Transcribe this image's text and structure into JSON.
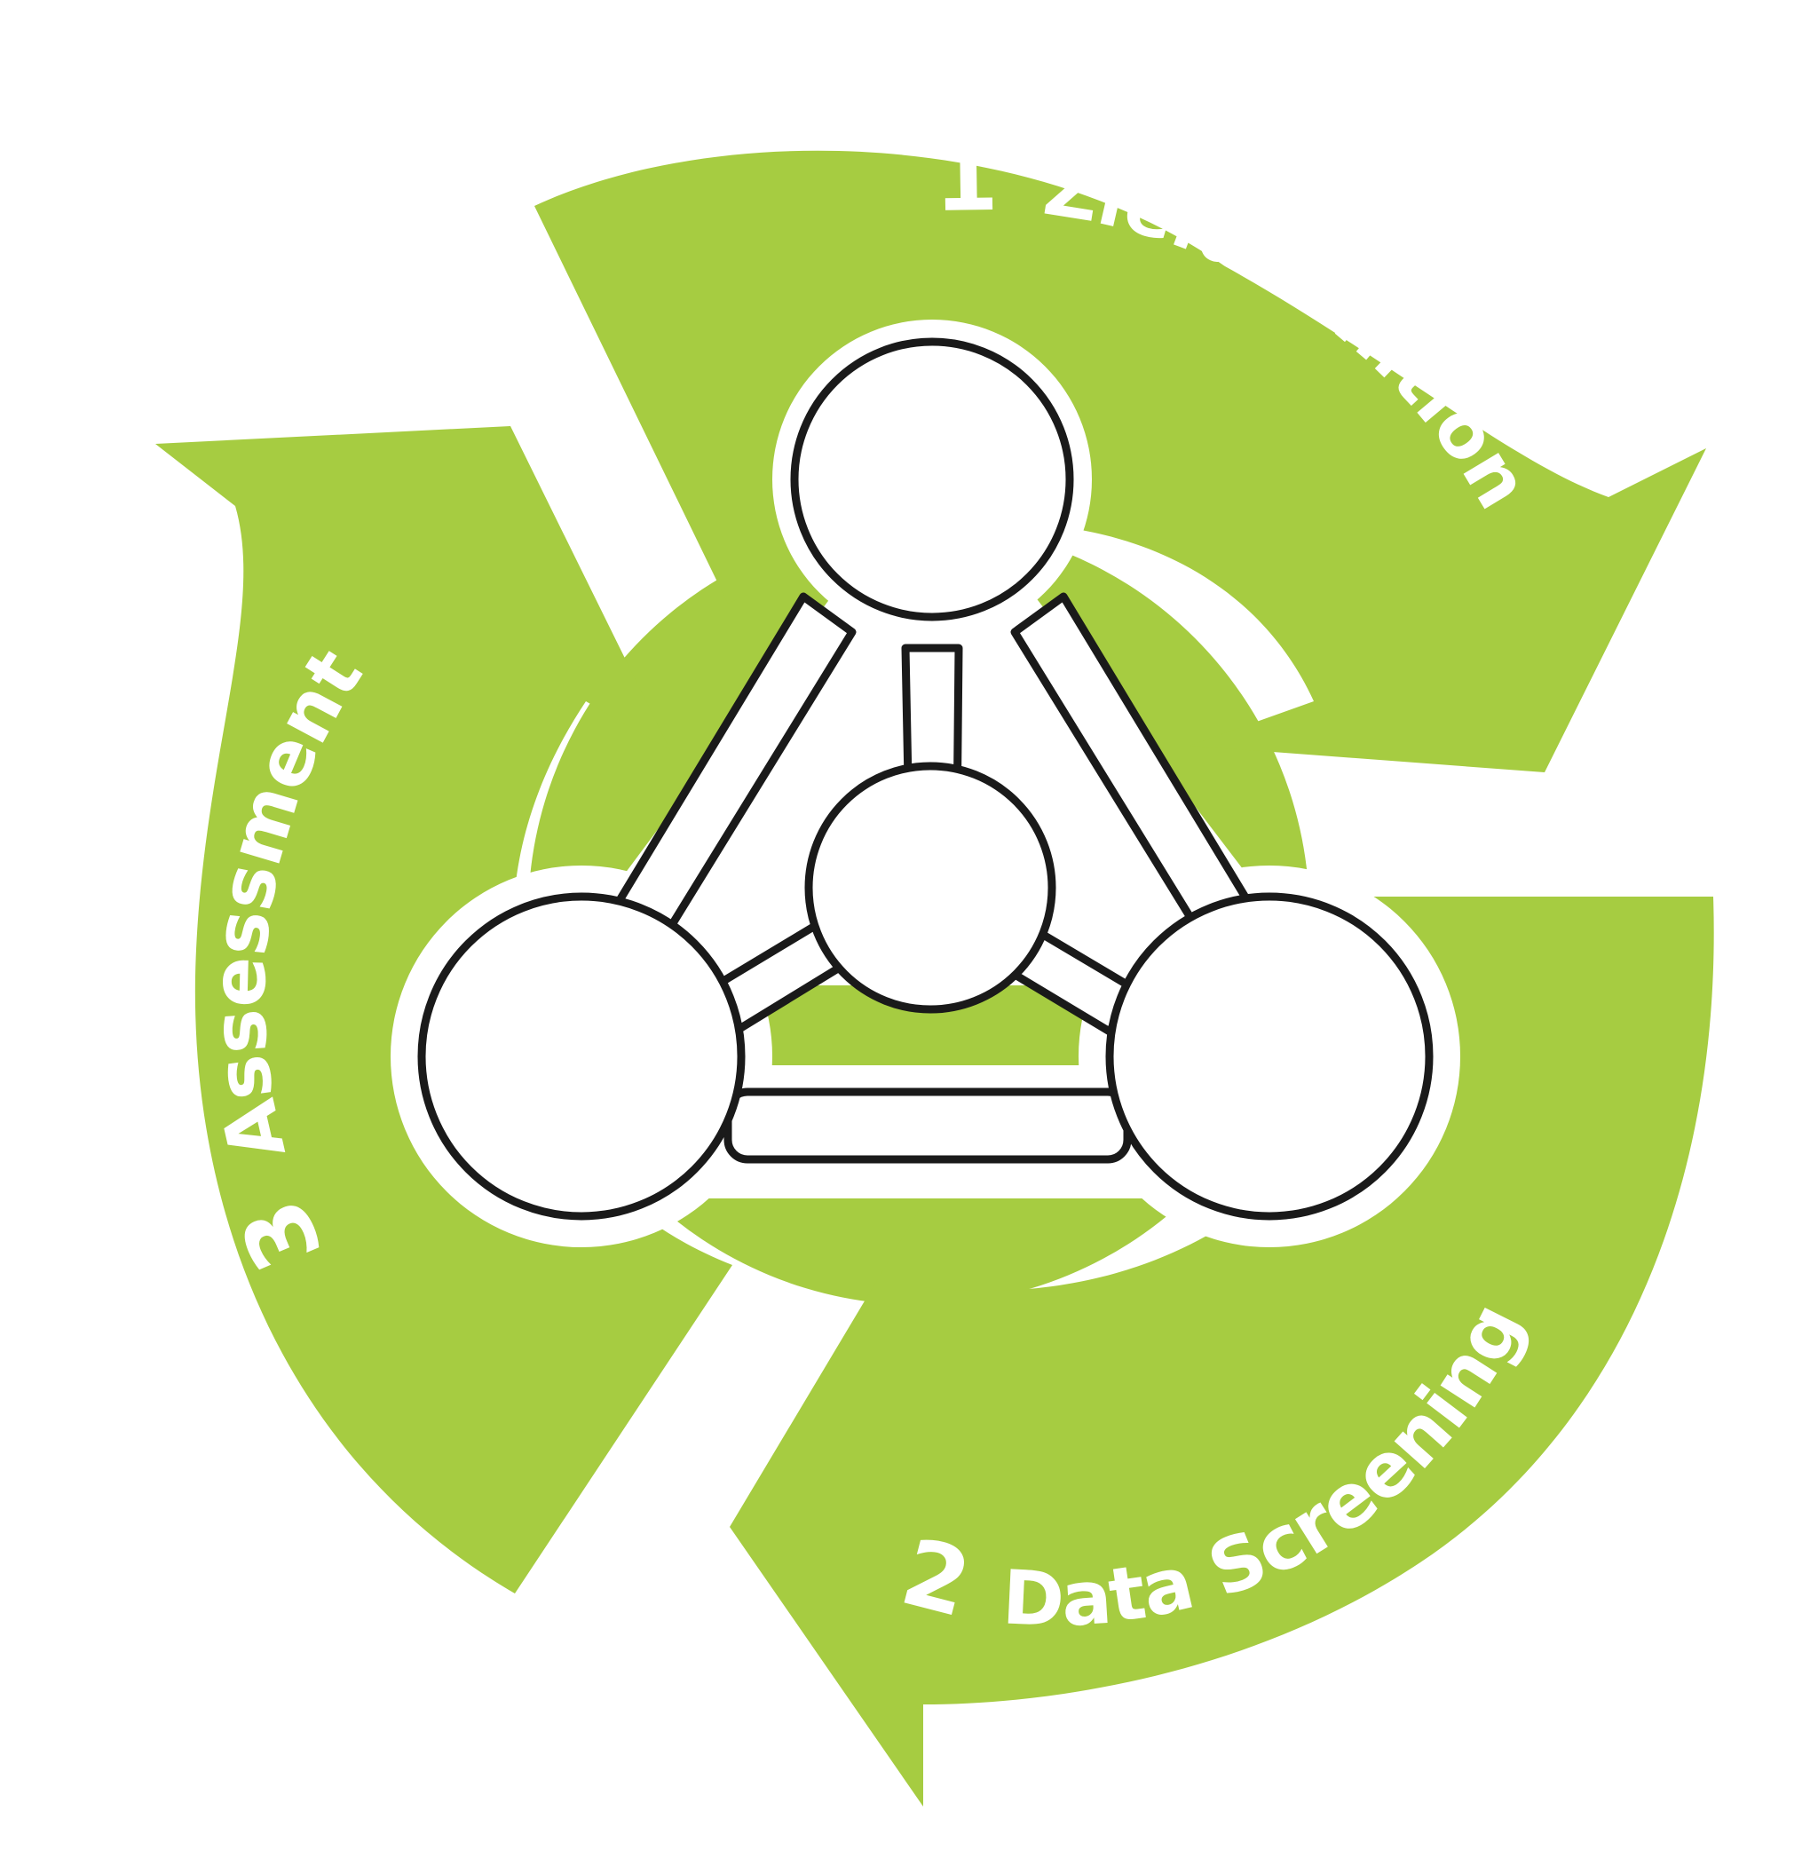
{
  "colors": {
    "arrow_green": "#a6cc41",
    "outline": "#1a1a1a",
    "background": "#ffffff"
  },
  "steps": [
    {
      "number": "1",
      "name": "Zieldefinition"
    },
    {
      "number": "2",
      "name": "Data Screening"
    },
    {
      "number": "3",
      "name": "Assessment"
    }
  ],
  "center_icon": "molecule-icon"
}
